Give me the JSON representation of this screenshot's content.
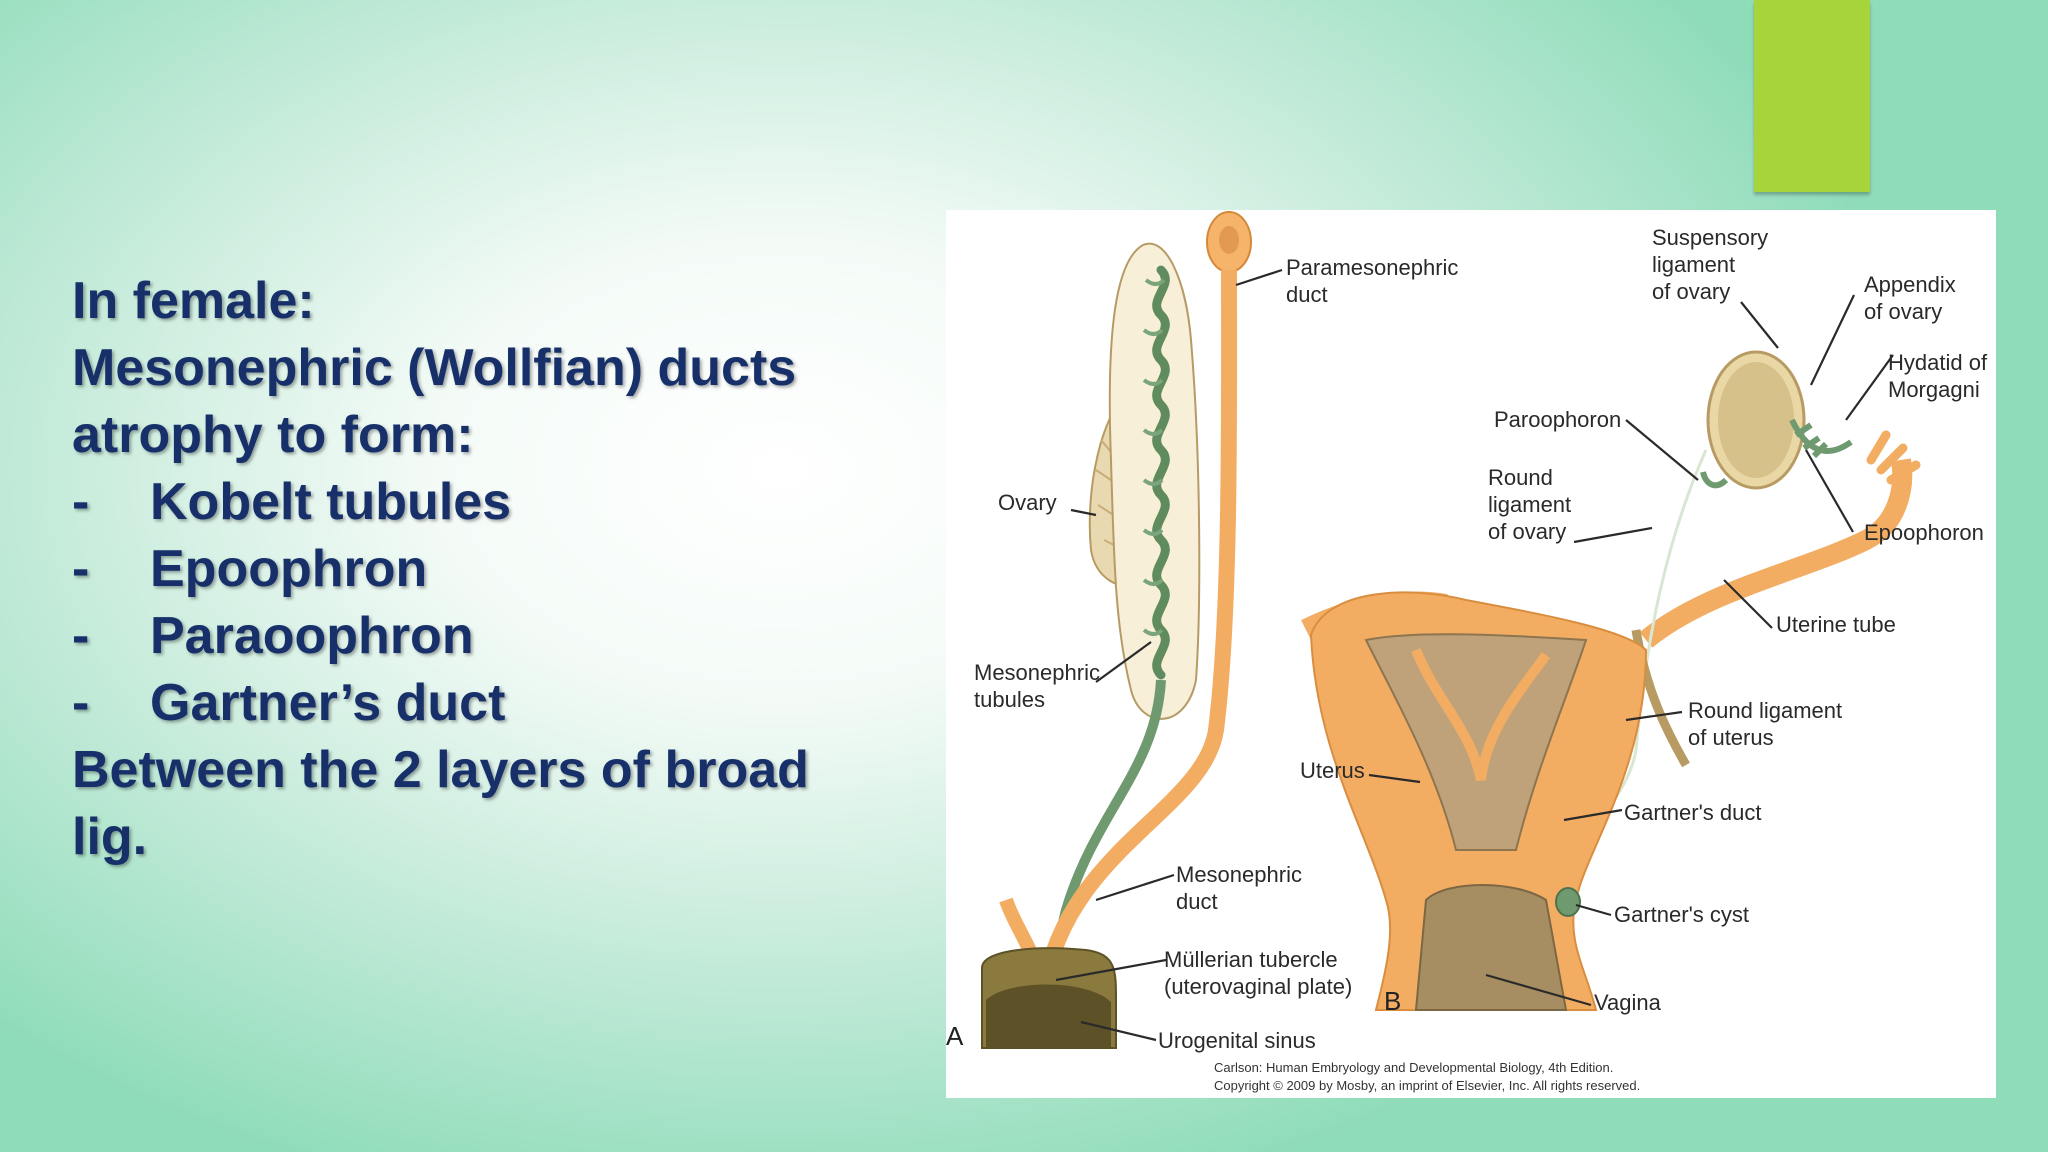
{
  "slide": {
    "accent_color": "#a6d43a",
    "text_color": "#17306a",
    "heading": "In female:",
    "line2": "Mesonephric (Wollfian) ducts",
    "line3": "atrophy to form:",
    "bullets": [
      {
        "dash": "-",
        "text": "Kobelt tubules"
      },
      {
        "dash": "-",
        "text": "Epoophron"
      },
      {
        "dash": "-",
        "text": "Paraoophron"
      },
      {
        "dash": "-",
        "text": "Gartner’s duct"
      }
    ],
    "footer_line1": "Between the 2 layers of broad",
    "footer_line2": "lig."
  },
  "figure": {
    "panel_a": {
      "letter": "A",
      "labels": {
        "paramesonephric_1": "Paramesonephric",
        "paramesonephric_2": "duct",
        "ovary": "Ovary",
        "mesonephric_tubules_1": "Mesonephric",
        "mesonephric_tubules_2": "tubules",
        "mesonephric_duct_1": "Mesonephric",
        "mesonephric_duct_2": "duct",
        "mullerian_1": "Müllerian tubercle",
        "mullerian_2": "(uterovaginal plate)",
        "urogenital_sinus": "Urogenital sinus"
      }
    },
    "panel_b": {
      "letter": "B",
      "labels": {
        "suspensory_1": "Suspensory",
        "suspensory_2": "ligament",
        "suspensory_3": "of ovary",
        "appendix_1": "Appendix",
        "appendix_2": "of ovary",
        "hydatid_1": "Hydatid of",
        "hydatid_2": "Morgagni",
        "paroophoron": "Paroophoron",
        "round_ovary_1": "Round",
        "round_ovary_2": "ligament",
        "round_ovary_3": "of ovary",
        "epoophoron": "Epoophoron",
        "uterine_tube": "Uterine tube",
        "round_uterus_1": "Round ligament",
        "round_uterus_2": "of uterus",
        "uterus": "Uterus",
        "gartners_duct": "Gartner's duct",
        "gartners_cyst": "Gartner's cyst",
        "vagina": "Vagina"
      }
    },
    "credit_line1": "Carlson: Human Embryology and Developmental Biology, 4th Edition.",
    "credit_line2": "Copyright © 2009 by Mosby, an imprint of Elsevier, Inc. All rights reserved."
  }
}
